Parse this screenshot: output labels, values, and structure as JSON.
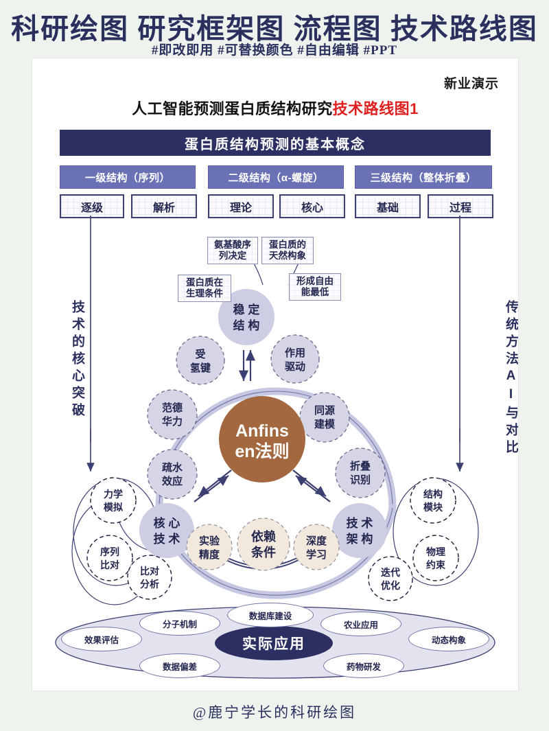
{
  "header": {
    "title": "科研绘图  研究框架图  流程图  技术路线图",
    "tags": "#即改即用 #可替换颜色 #自由编辑 #PPT"
  },
  "card": {
    "brand": "新业演示",
    "title_black": "人工智能预测蛋白质结构研究",
    "title_red": "技术路线图1",
    "banner": "蛋白质结构预测的基本概念"
  },
  "levels": [
    {
      "label": "一级结构（序列）",
      "sub": [
        "逐级",
        "解析"
      ]
    },
    {
      "label": "二级结构（α-螺旋）",
      "sub": [
        "理论",
        "核心"
      ]
    },
    {
      "label": "三级结构（整体折叠）",
      "sub": [
        "基础",
        "过程"
      ]
    }
  ],
  "side_labels": {
    "left": "技术的核心突破",
    "right": "传统方法AI与对比"
  },
  "callouts": [
    {
      "line1": "氨基酸序",
      "line2": "列决定"
    },
    {
      "line1": "蛋白质的",
      "line2": "天然构象"
    },
    {
      "line1": "蛋白质在",
      "line2": "生理条件"
    },
    {
      "line1": "形成自由",
      "line2": "能最低"
    }
  ],
  "diagram": {
    "top_node": {
      "l1": "稳 定",
      "l2": "结 构"
    },
    "center_node": {
      "l1": "Anfins",
      "l2": "en法则"
    },
    "left_node": {
      "l1": "核 心",
      "l2": "技 术"
    },
    "right_node": {
      "l1": "技 术",
      "l2": "架 构"
    },
    "ring_nodes": [
      {
        "l1": "受",
        "l2": "氢键"
      },
      {
        "l1": "作用",
        "l2": "驱动"
      },
      {
        "l1": "范德",
        "l2": "华力"
      },
      {
        "l1": "同源",
        "l2": "建模"
      },
      {
        "l1": "疏水",
        "l2": "效应"
      },
      {
        "l1": "折叠",
        "l2": "识别"
      }
    ],
    "bottom_nodes": [
      {
        "l1": "实验",
        "l2": "精度"
      },
      {
        "l1": "依赖",
        "l2": "条件"
      },
      {
        "l1": "深度",
        "l2": "学习"
      }
    ],
    "left_satellites": [
      {
        "l1": "力学",
        "l2": "模拟"
      },
      {
        "l1": "序列",
        "l2": "比对"
      },
      {
        "l1": "比对",
        "l2": "分析"
      }
    ],
    "right_satellites": [
      {
        "l1": "结构",
        "l2": "模块"
      },
      {
        "l1": "物理",
        "l2": "约束"
      },
      {
        "l1": "迭代",
        "l2": "优化"
      }
    ]
  },
  "application": {
    "center": "实际应用",
    "items": [
      "效果评估",
      "分子机制",
      "数据库建设",
      "农业应用",
      "动态构象",
      "数据偏差",
      "药物研发"
    ]
  },
  "footer": "@鹿宁学长的科研绘图",
  "colors": {
    "page_bg": "#eef3ee",
    "navy": "#2d2f63",
    "purple": "#6b71b5",
    "lavender": "#cdcde3",
    "brown": "#a3683f",
    "cream": "#f2e8dc",
    "red": "#e02020"
  }
}
